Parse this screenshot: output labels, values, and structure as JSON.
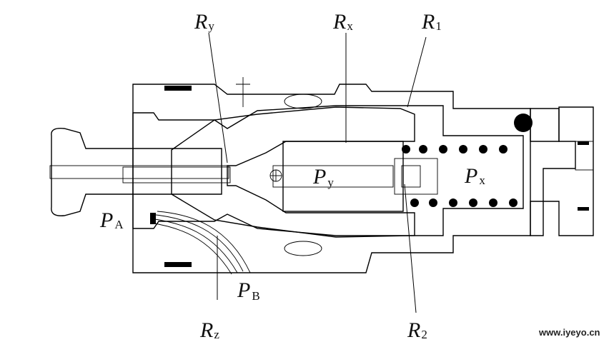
{
  "labels": {
    "ry": {
      "main": "R",
      "sub": "y"
    },
    "rx": {
      "main": "R",
      "sub": "x"
    },
    "r1": {
      "main": "R",
      "sub": "1"
    },
    "py": {
      "main": "P",
      "sub": "y"
    },
    "px": {
      "main": "P",
      "sub": "x"
    },
    "pa": {
      "main": "P",
      "sub": "A"
    },
    "pb": {
      "main": "P",
      "sub": "B"
    },
    "rz": {
      "main": "R",
      "sub": "z"
    },
    "r2": {
      "main": "R",
      "sub": "2"
    }
  },
  "watermark": "www.iyeyo.cn"
}
